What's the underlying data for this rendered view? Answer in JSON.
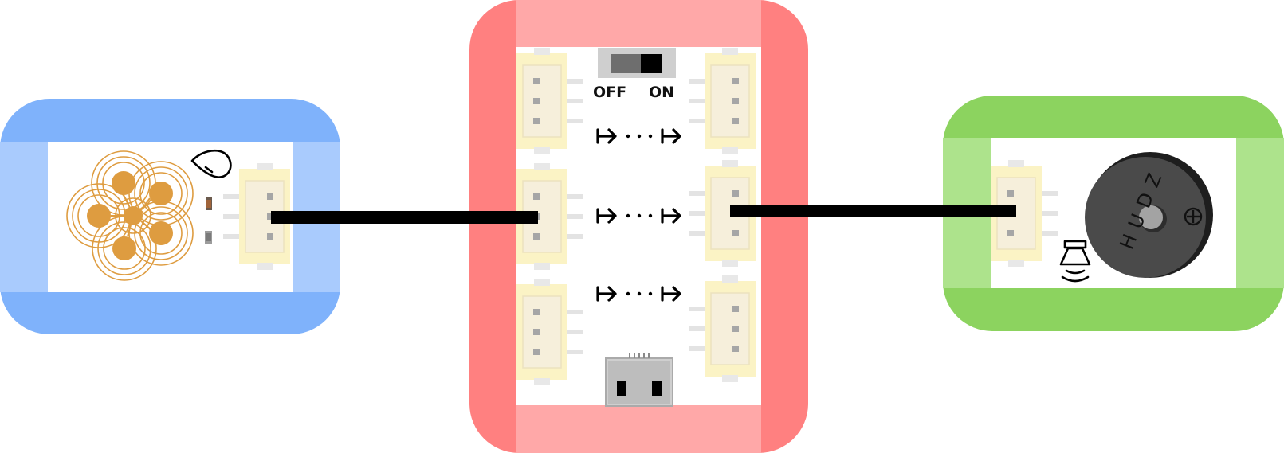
{
  "colors": {
    "sensor_dark": "#7fb2fb",
    "sensor_light": "#a9cbfd",
    "hub_dark": "#ff8080",
    "hub_light": "#ffa8a8",
    "buzzer_dark": "#8cd35f",
    "buzzer_light": "#ade38c",
    "connector_fill": "#f6efdb",
    "connector_border": "#fbf3c5",
    "pin_gray": "#a6a6a6",
    "touch_pad": "#de9c40",
    "wire": "#000000"
  },
  "modules": {
    "touch_sensor": {
      "name": "touch-sensor-module",
      "icon": "touch-icon"
    },
    "hub": {
      "name": "hub-module",
      "switch": {
        "off_label": "OFF",
        "on_label": "ON",
        "state": "on"
      },
      "usb": {
        "icon": "usb-c-port-icon"
      },
      "arrows": {
        "icon": "signal-arrow-icon",
        "rows": 3
      }
    },
    "buzzer": {
      "name": "buzzer-module",
      "brand": "HUDZ",
      "icon": "buzzer-icon"
    }
  },
  "wires": [
    {
      "from": "touch-sensor-module",
      "to": "hub-module"
    },
    {
      "from": "hub-module",
      "to": "buzzer-module"
    }
  ]
}
